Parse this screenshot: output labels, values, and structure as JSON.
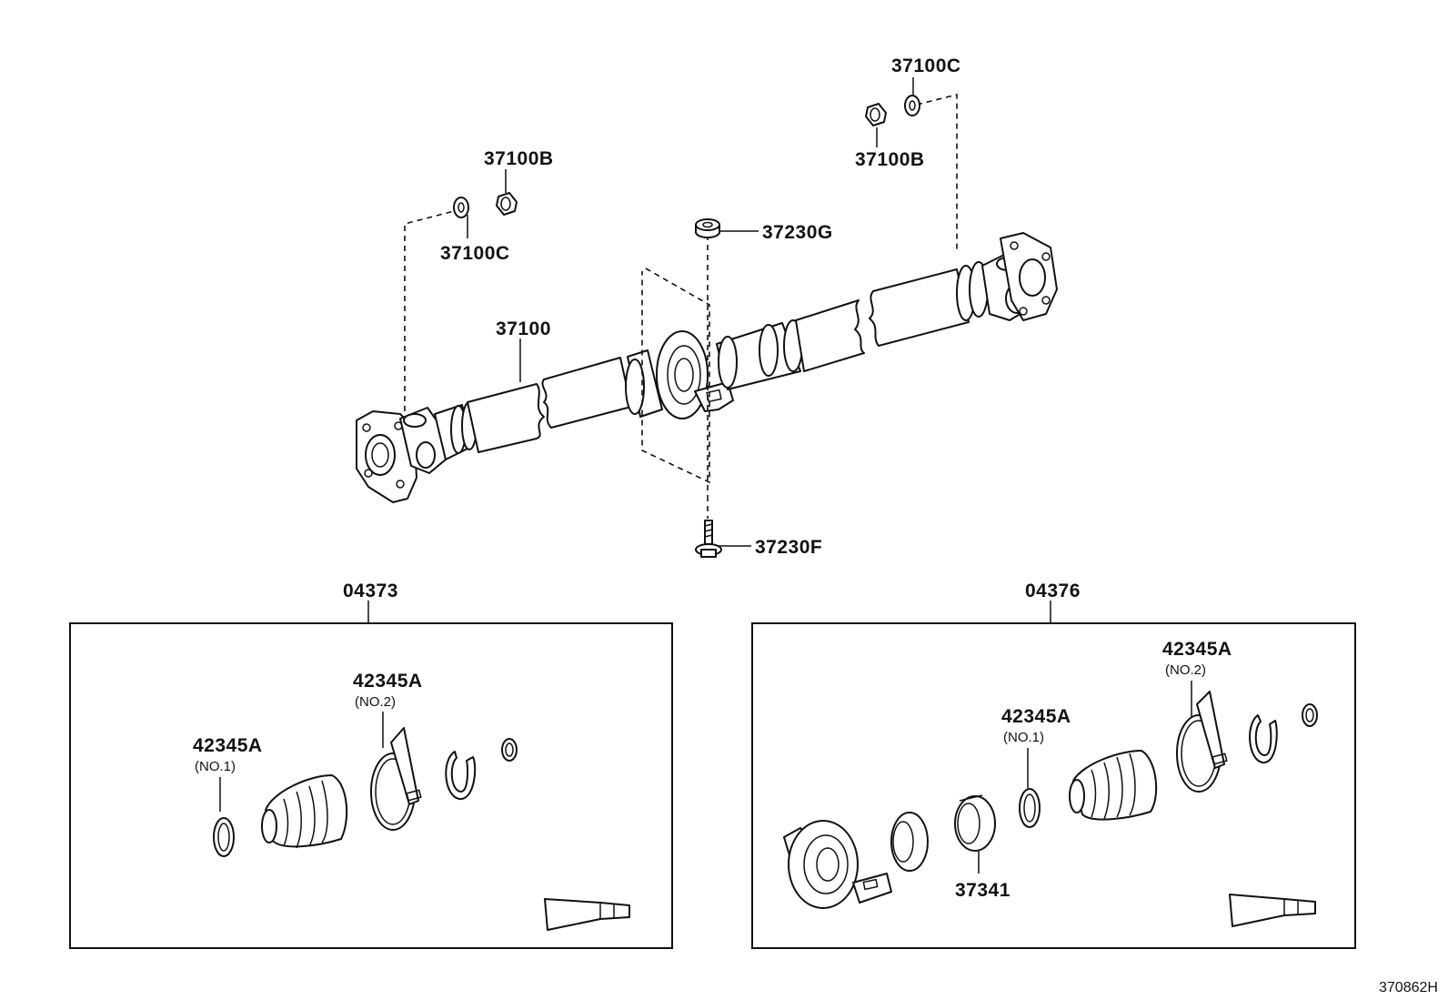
{
  "labels": {
    "shaft_assembly": "37100",
    "nut_left": "37100B",
    "washer_left": "37100C",
    "nut_right": "37100B",
    "washer_right": "37100C",
    "bearing_spacer": "37230G",
    "bearing_bolt": "37230F",
    "kit_left": "04373",
    "kit_right": "04376",
    "band_no1": "42345A",
    "band_no2": "42345A",
    "band_no1_right": "42345A",
    "band_no2_right": "42345A",
    "bearing_cup": "37341"
  },
  "sublabels": {
    "no1": "(NO.1)",
    "no2": "(NO.2)"
  },
  "reference_code": "370862H",
  "colors": {
    "line": "#111111",
    "background": "#ffffff"
  }
}
